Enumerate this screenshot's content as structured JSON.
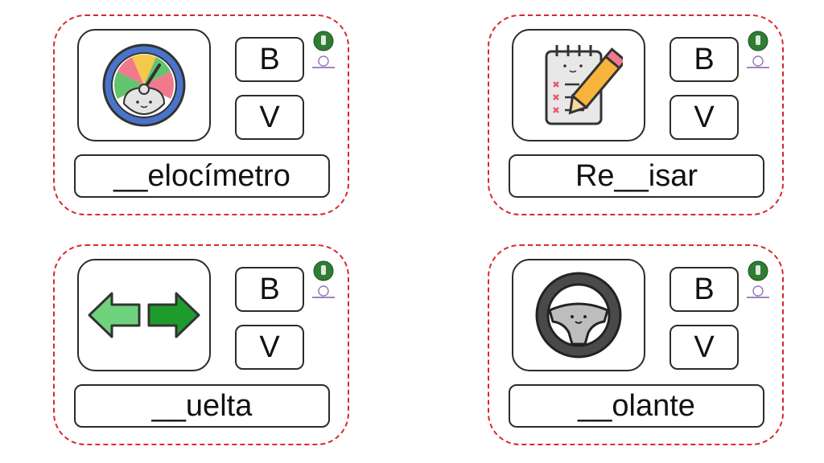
{
  "cards": [
    {
      "word": "__elocímetro",
      "option_b": "B",
      "option_v": "V",
      "picture": "speedometer-icon"
    },
    {
      "word": "Re__isar",
      "option_b": "B",
      "option_v": "V",
      "picture": "checklist-pencil-icon"
    },
    {
      "word": "__uelta",
      "option_b": "B",
      "option_v": "V",
      "picture": "left-right-arrows-icon"
    },
    {
      "word": "__olante",
      "option_b": "B",
      "option_v": "V",
      "picture": "steering-wheel-icon"
    }
  ],
  "colors": {
    "border": "#d9282b",
    "arrow_light": "#6fd37e",
    "arrow_dark": "#1f9b2b",
    "logo_green": "#2f7d32"
  }
}
